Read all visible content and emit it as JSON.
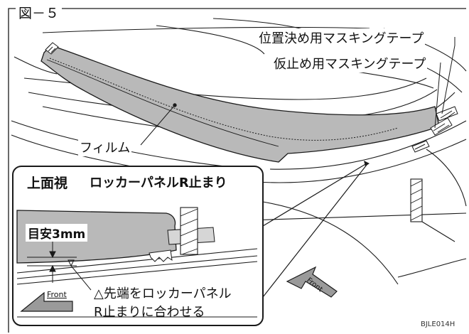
{
  "figure": {
    "title": "図－５",
    "code": "BJLE014H"
  },
  "labels": {
    "positioning_tape": "位置決め用マスキングテープ",
    "temporary_tape": "仮止め用マスキングテープ",
    "film": "フィルム",
    "top_view": "上面視",
    "rocker_panel": "ロッカーパネルR止まり",
    "guide_depth": "目安3mm",
    "front_inset": "Front",
    "front_main": "Front",
    "align_line1": "△先端をロッカーパネル",
    "align_line2": "R止まりに合わせる"
  },
  "colors": {
    "film_fill": "#b9b9b9",
    "line": "#1a1a1a",
    "arrow_fill": "#9a9a9a"
  }
}
